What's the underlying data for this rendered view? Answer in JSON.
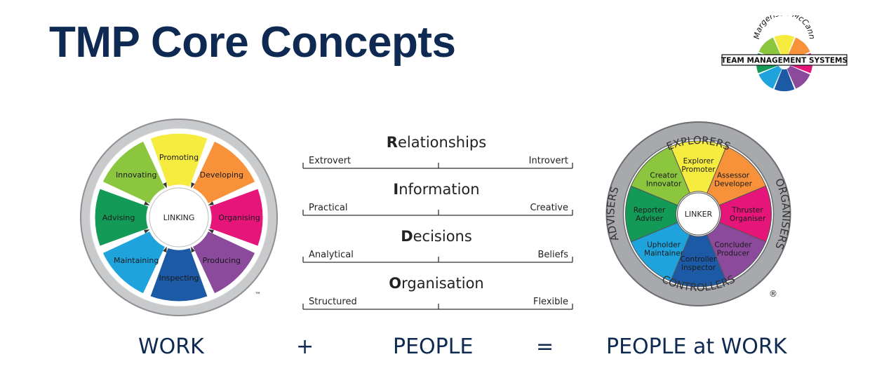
{
  "title": "TMP Core Concepts",
  "logo": {
    "arc_text": "Margerison-McCann",
    "band_text": "TEAM MANAGEMENT SYSTEMS"
  },
  "work_wheel": {
    "center": "LINKING",
    "trademark": "™",
    "segments": [
      {
        "label": "Promoting",
        "color": "#f6ec40"
      },
      {
        "label": "Developing",
        "color": "#f7923a"
      },
      {
        "label": "Organising",
        "color": "#e5157a"
      },
      {
        "label": "Producing",
        "color": "#8b4a9c"
      },
      {
        "label": "Inspecting",
        "color": "#1d5aa6"
      },
      {
        "label": "Maintaining",
        "color": "#1ea3dc"
      },
      {
        "label": "Advising",
        "color": "#139a57"
      },
      {
        "label": "Innovating",
        "color": "#8cc63f"
      }
    ]
  },
  "dimensions": [
    {
      "initial": "R",
      "rest": "elationships",
      "left": "Extrovert",
      "right": "Introvert"
    },
    {
      "initial": "I",
      "rest": "nformation",
      "left": "Practical",
      "right": "Creative"
    },
    {
      "initial": "D",
      "rest": "ecisions",
      "left": "Analytical",
      "right": "Beliefs"
    },
    {
      "initial": "O",
      "rest": "rganisation",
      "left": "Structured",
      "right": "Flexible"
    }
  ],
  "people_wheel": {
    "center": "LINKER",
    "registered": "®",
    "ring": {
      "top": "EXPLORERS",
      "right": "ORGANISERS",
      "bottom": "CONTROLLERS",
      "left": "ADVISERS"
    },
    "segments": [
      {
        "line1": "Explorer",
        "line2": "Promoter",
        "color": "#f6ec40"
      },
      {
        "line1": "Assessor",
        "line2": "Developer",
        "color": "#f7923a"
      },
      {
        "line1": "Thruster",
        "line2": "Organiser",
        "color": "#e5157a"
      },
      {
        "line1": "Concluder",
        "line2": "Producer",
        "color": "#8b4a9c"
      },
      {
        "line1": "Controller",
        "line2": "Inspector",
        "color": "#1d5aa6"
      },
      {
        "line1": "Upholder",
        "line2": "Maintainer",
        "color": "#1ea3dc"
      },
      {
        "line1": "Reporter",
        "line2": "Adviser",
        "color": "#139a57"
      },
      {
        "line1": "Creator",
        "line2": "Innovator",
        "color": "#8cc63f"
      }
    ]
  },
  "equation": {
    "work": "WORK",
    "plus": "+",
    "people": "PEOPLE",
    "equals": "=",
    "result": "PEOPLE at WORK"
  },
  "colors": {
    "title": "#0e2a52",
    "ring": "#a7a9ac",
    "ring_border": "#6d6e71"
  }
}
